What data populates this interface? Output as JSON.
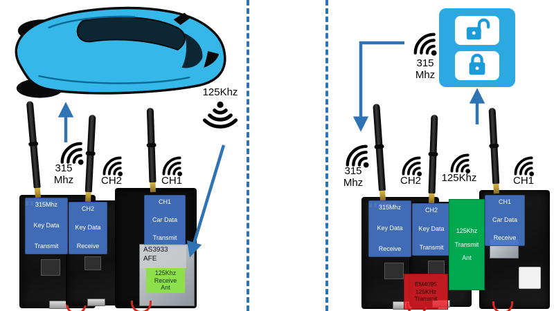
{
  "colors": {
    "arrow_blue": "#2e74b5",
    "divider_blue": "#2e74b5",
    "car_blue": "#36b7e9",
    "module_blue": "#4472c4",
    "transmit_ant_green": "#00a94f",
    "receive_ant_green": "#8ee04a",
    "alert_red": "#ed1c24",
    "lock_panel_blue": "#2ba9e0"
  },
  "left": {
    "signal_top": {
      "label": "125Khz"
    },
    "signals": [
      {
        "line1": "315",
        "line2": "Mhz"
      },
      {
        "line1": "CH2"
      },
      {
        "line1": "CH1"
      }
    ],
    "modules": [
      {
        "l1": "315Mhz",
        "l2": "Key Data",
        "l3": "Transmit"
      },
      {
        "l1": "CH2",
        "l2": "Key Data",
        "l3": "Receive"
      },
      {
        "l1": "CH1",
        "l2": "Car Data",
        "l3": "Transmit"
      }
    ],
    "afe": {
      "l1": "AS3933",
      "l2": "AFE"
    },
    "rx_ant": {
      "l1": "125Khz",
      "l2": "Receive",
      "l3": "Ant"
    }
  },
  "right": {
    "signal_lock": {
      "line1": "315",
      "line2": "Mhz"
    },
    "signals": [
      {
        "line1": "315",
        "line2": "Mhz"
      },
      {
        "line1": "CH2"
      },
      {
        "line1": "125Khz"
      },
      {
        "line1": "CH1"
      }
    ],
    "modules": [
      {
        "l1": "315Mhz",
        "l2": "Key Data",
        "l3": "Receive"
      },
      {
        "l1": "CH2",
        "l2": "Key Data",
        "l3": "Transmit"
      },
      {
        "l1": "CH1",
        "l2": "Car Data",
        "l3": "Receive"
      }
    ],
    "tx_ant": {
      "l1": "125Khz",
      "l2": "Transmit",
      "l3": "Ant"
    },
    "tx_module": {
      "l1": "EM4095",
      "l2": "125KHz",
      "l3": "Transmit"
    }
  }
}
